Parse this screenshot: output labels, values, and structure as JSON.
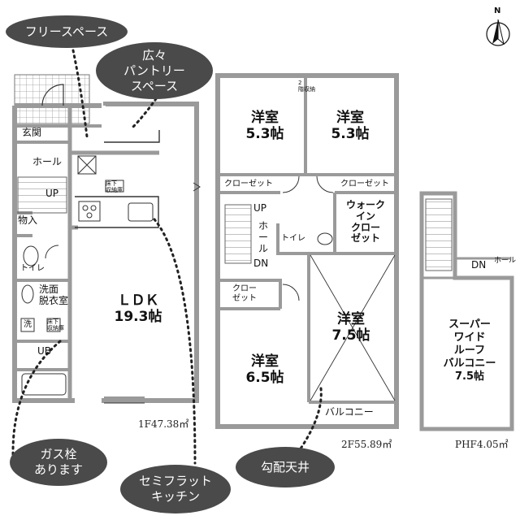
{
  "callouts": {
    "free_space": "フリースペース",
    "pantry": "広々\nパントリー\nスペース",
    "gas": "ガス栓\nあります",
    "kitchen": "セミフラット\nキッチン",
    "ceiling": "勾配天井"
  },
  "floor1": {
    "entrance": "玄関",
    "hall": "ホール",
    "up": "UP",
    "storage": "物入",
    "toilet": "トイレ",
    "washroom": "洗面\n脱衣室",
    "wash": "洗",
    "underfloor": "床下\n収納庫",
    "bath": "UB",
    "ldk": "ＬＤＫ\n19.3帖",
    "area": "1F47.38㎡"
  },
  "floor2": {
    "room1": "洋室\n5.3帖",
    "room2": "洋室\n5.3帖",
    "closet1": "クローゼット",
    "closet2": "クローゼット",
    "closet3": "クロー\nゼット",
    "wic": "ウォーク\nイン\nクロー\nゼット",
    "hall_up": "UP",
    "hall": "ホ\nー\nル",
    "hall_dn": "DN",
    "toilet": "トイレ",
    "room3": "洋室\n7.5帖",
    "room4": "洋室\n6.5帖",
    "balcony": "バルコニー",
    "attic": "2\n階収納",
    "area": "2F55.89㎡"
  },
  "roof": {
    "balcony": "スーパー\nワイド\nルーフ\nバルコニー\n7.5帖",
    "dn": "DN",
    "hall": "ホール",
    "area": "PHF4.05㎡"
  },
  "compass_label": "N",
  "colors": {
    "wall": "#9a9a9a",
    "bubble": "#4a4a4a",
    "line": "#333333"
  }
}
